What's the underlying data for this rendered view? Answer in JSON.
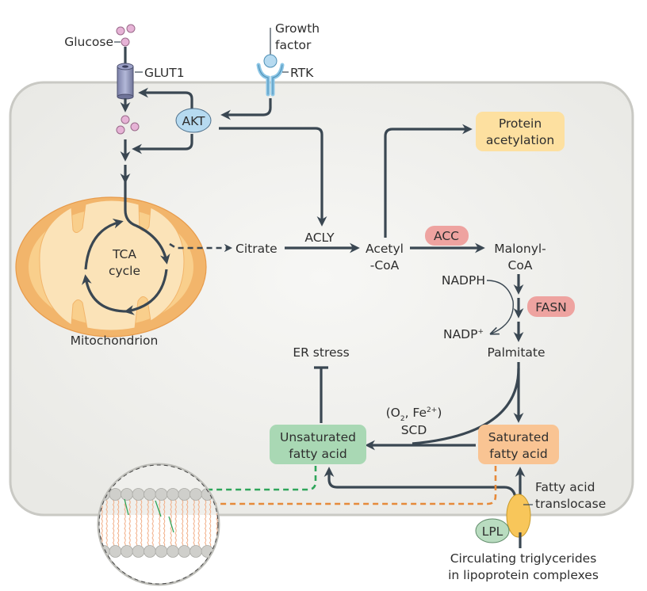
{
  "figure": {
    "outside": {
      "glucose": "Glucose",
      "glut1": "GLUT1",
      "growth_factor_line1": "Growth",
      "growth_factor_line2": "factor",
      "rtk": "RTK",
      "circulating_line1": "Circulating triglycerides",
      "circulating_line2": "in lipoprotein complexes",
      "lpl": "LPL"
    },
    "cell": {
      "akt": "AKT",
      "tca_line1": "TCA",
      "tca_line2": "cycle",
      "mitochondrion": "Mitochondrion",
      "citrate": "Citrate",
      "acly": "ACLY",
      "acetyl_coa_line1": "Acetyl",
      "acetyl_coa_line2": "-CoA",
      "protein_acetylation_line1": "Protein",
      "protein_acetylation_line2": "acetylation",
      "acc": "ACC",
      "malonyl_coa_line1": "Malonyl-",
      "malonyl_coa_line2": "CoA",
      "nadph": "NADPH",
      "nadp": "NADP",
      "nadp_sup": "+",
      "fasn": "FASN",
      "palmitate": "Palmitate",
      "er_stress": "ER stress",
      "scd_cofactor_open": "(O",
      "scd_cofactor_sub": "2",
      "scd_cofactor_mid": ", Fe",
      "scd_cofactor_sup": "2+",
      "scd_cofactor_close": ")",
      "scd": "SCD",
      "unsaturated_line1": "Unsaturated",
      "unsaturated_line2": "fatty acid",
      "saturated_line1": "Saturated",
      "saturated_line2": "fatty acid",
      "translocase_line1": "Fatty acid",
      "translocase_line2": "translocase"
    }
  },
  "colors": {
    "arrow": "#3a4752",
    "cell_fill": "#efefec",
    "cell_border": "#c9c9c4",
    "mito_outer": "#f2b56b",
    "mito_inner": "#fbe3b8",
    "glucose": "#e6b3d6",
    "akt": "#b6daf0",
    "enzyme_red": "#eea3a0",
    "protein_acetylation": "#fde0a0",
    "unsaturated": "#a9d8b4",
    "saturated": "#f9c493",
    "translocase": "#f8c65a",
    "lpl": "#b9dcc0",
    "green_dash": "#2fa55a",
    "orange_dash": "#e68a3a"
  }
}
